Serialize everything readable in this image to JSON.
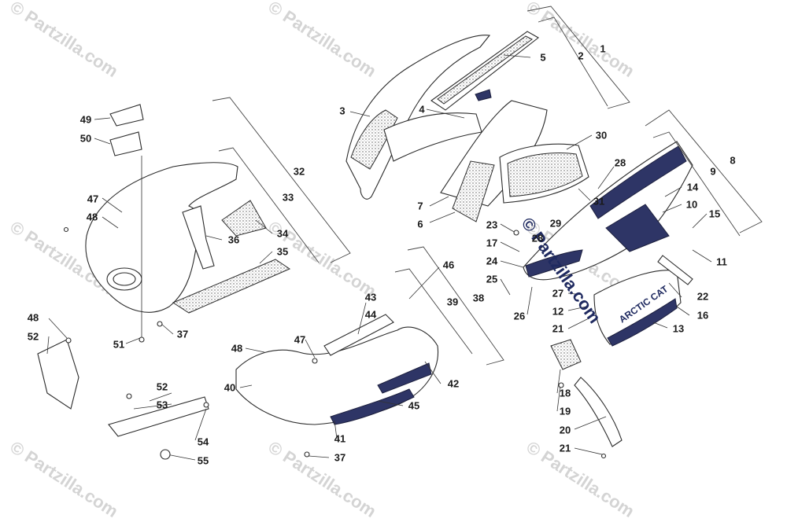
{
  "watermarks": [
    "© Partzilla.com",
    "© Partzilla.com",
    "© Partzilla.com",
    "© Partzilla.com",
    "© Partzilla.com",
    "© Partzilla.com",
    "© Partzilla.com",
    "© Partzilla.com",
    "© Partzilla.com"
  ],
  "center_watermark": "© Partzilla.com",
  "brand_decal": "ARCTIC CAT",
  "colors": {
    "decal_navy": "#2e3566",
    "line": "#2b2b2b",
    "watermark": "#d4d4d4"
  },
  "callouts": {
    "c1": "1",
    "c2": "2",
    "c3": "3",
    "c4": "4",
    "c5": "5",
    "c6": "6",
    "c7": "7",
    "c8": "8",
    "c9": "9",
    "c10": "10",
    "c11": "11",
    "c12": "12",
    "c13": "13",
    "c14": "14",
    "c15": "15",
    "c16": "16",
    "c17": "17",
    "c18": "18",
    "c19": "19",
    "c20": "20",
    "c21a": "21",
    "c21b": "21",
    "c22": "22",
    "c23": "23",
    "c24": "24",
    "c25": "25",
    "c26": "26",
    "c27": "27",
    "c28a": "28",
    "c28b": "28",
    "c29": "29",
    "c30": "30",
    "c31": "31",
    "c32": "32",
    "c33": "33",
    "c34": "34",
    "c35": "35",
    "c36": "36",
    "c37a": "37",
    "c37b": "37",
    "c38": "38",
    "c39": "39",
    "c40": "40",
    "c41": "41",
    "c42": "42",
    "c43": "43",
    "c44": "44",
    "c45": "45",
    "c46": "46",
    "c47a": "47",
    "c47b": "47",
    "c48a": "48",
    "c48b": "48",
    "c48c": "48",
    "c49": "49",
    "c50": "50",
    "c51": "51",
    "c52a": "52",
    "c52b": "52",
    "c53": "53",
    "c54": "54",
    "c55": "55"
  }
}
